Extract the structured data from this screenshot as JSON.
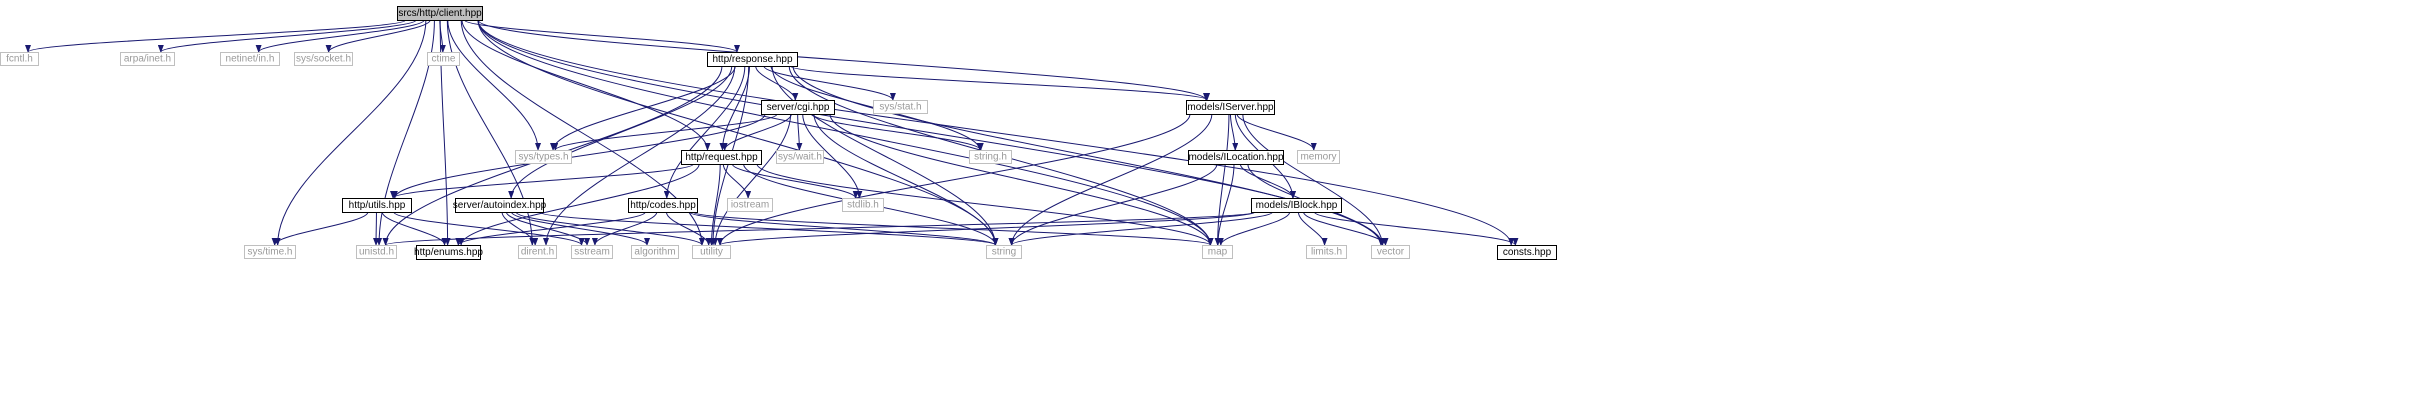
{
  "graph": {
    "nodes": [
      {
        "id": "client",
        "label": "srcs/http/client.hpp",
        "kind": "focus"
      },
      {
        "id": "fcntl",
        "label": "fcntl.h",
        "kind": "system"
      },
      {
        "id": "arpa",
        "label": "arpa/inet.h",
        "kind": "system"
      },
      {
        "id": "netinet",
        "label": "netinet/in.h",
        "kind": "system"
      },
      {
        "id": "syssocket",
        "label": "sys/socket.h",
        "kind": "system"
      },
      {
        "id": "ctime",
        "label": "ctime",
        "kind": "system"
      },
      {
        "id": "response",
        "label": "http/response.hpp",
        "kind": "project"
      },
      {
        "id": "cgi",
        "label": "server/cgi.hpp",
        "kind": "project"
      },
      {
        "id": "sysstat",
        "label": "sys/stat.h",
        "kind": "system"
      },
      {
        "id": "iserver",
        "label": "models/IServer.hpp",
        "kind": "project"
      },
      {
        "id": "systypes",
        "label": "sys/types.h",
        "kind": "system"
      },
      {
        "id": "request",
        "label": "http/request.hpp",
        "kind": "project"
      },
      {
        "id": "syswait",
        "label": "sys/wait.h",
        "kind": "system"
      },
      {
        "id": "stringh",
        "label": "string.h",
        "kind": "system"
      },
      {
        "id": "ilocation",
        "label": "models/ILocation.hpp",
        "kind": "project"
      },
      {
        "id": "memory",
        "label": "memory",
        "kind": "system"
      },
      {
        "id": "utils",
        "label": "http/utils.hpp",
        "kind": "project"
      },
      {
        "id": "autoindex",
        "label": "server/autoindex.hpp",
        "kind": "project"
      },
      {
        "id": "iostream",
        "label": "iostream",
        "kind": "system"
      },
      {
        "id": "codes",
        "label": "http/codes.hpp",
        "kind": "project"
      },
      {
        "id": "stdlib",
        "label": "stdlib.h",
        "kind": "system"
      },
      {
        "id": "iblock",
        "label": "models/IBlock.hpp",
        "kind": "project"
      },
      {
        "id": "systime",
        "label": "sys/time.h",
        "kind": "system"
      },
      {
        "id": "unistd",
        "label": "unistd.h",
        "kind": "system"
      },
      {
        "id": "enums",
        "label": "http/enums.hpp",
        "kind": "project"
      },
      {
        "id": "dirent",
        "label": "dirent.h",
        "kind": "system"
      },
      {
        "id": "sstream",
        "label": "sstream",
        "kind": "system"
      },
      {
        "id": "algorithm",
        "label": "algorithm",
        "kind": "system"
      },
      {
        "id": "utility",
        "label": "utility",
        "kind": "system"
      },
      {
        "id": "string",
        "label": "string",
        "kind": "system"
      },
      {
        "id": "map",
        "label": "map",
        "kind": "system"
      },
      {
        "id": "limits",
        "label": "limits.h",
        "kind": "system"
      },
      {
        "id": "vector",
        "label": "vector",
        "kind": "system"
      },
      {
        "id": "consts",
        "label": "consts.hpp",
        "kind": "project"
      }
    ],
    "edges": [
      [
        "client",
        "fcntl"
      ],
      [
        "client",
        "arpa"
      ],
      [
        "client",
        "netinet"
      ],
      [
        "client",
        "syssocket"
      ],
      [
        "client",
        "ctime"
      ],
      [
        "client",
        "response"
      ],
      [
        "client",
        "systime"
      ],
      [
        "client",
        "unistd"
      ],
      [
        "client",
        "enums"
      ],
      [
        "client",
        "dirent"
      ],
      [
        "client",
        "utility"
      ],
      [
        "client",
        "systypes"
      ],
      [
        "client",
        "request"
      ],
      [
        "client",
        "string"
      ],
      [
        "client",
        "iserver"
      ],
      [
        "client",
        "map"
      ],
      [
        "client",
        "vector"
      ],
      [
        "client",
        "consts"
      ],
      [
        "response",
        "cgi"
      ],
      [
        "response",
        "sysstat"
      ],
      [
        "response",
        "iserver"
      ],
      [
        "response",
        "systypes"
      ],
      [
        "response",
        "request"
      ],
      [
        "response",
        "stringh"
      ],
      [
        "response",
        "codes"
      ],
      [
        "response",
        "autoindex"
      ],
      [
        "response",
        "unistd"
      ],
      [
        "response",
        "dirent"
      ],
      [
        "response",
        "utility"
      ],
      [
        "response",
        "string"
      ],
      [
        "response",
        "map"
      ],
      [
        "response",
        "vector"
      ],
      [
        "cgi",
        "systypes"
      ],
      [
        "cgi",
        "request"
      ],
      [
        "cgi",
        "syswait"
      ],
      [
        "cgi",
        "stringh"
      ],
      [
        "cgi",
        "stdlib"
      ],
      [
        "cgi",
        "utils"
      ],
      [
        "cgi",
        "utility"
      ],
      [
        "cgi",
        "string"
      ],
      [
        "cgi",
        "map"
      ],
      [
        "request",
        "utils"
      ],
      [
        "request",
        "iostream"
      ],
      [
        "request",
        "stdlib"
      ],
      [
        "request",
        "enums"
      ],
      [
        "request",
        "utility"
      ],
      [
        "request",
        "string"
      ],
      [
        "request",
        "map"
      ],
      [
        "iserver",
        "ilocation"
      ],
      [
        "iserver",
        "memory"
      ],
      [
        "iserver",
        "iblock"
      ],
      [
        "iserver",
        "utility"
      ],
      [
        "iserver",
        "string"
      ],
      [
        "iserver",
        "map"
      ],
      [
        "iserver",
        "vector"
      ],
      [
        "ilocation",
        "iblock"
      ],
      [
        "ilocation",
        "string"
      ],
      [
        "ilocation",
        "map"
      ],
      [
        "ilocation",
        "vector"
      ],
      [
        "iblock",
        "consts"
      ],
      [
        "iblock",
        "limits"
      ],
      [
        "iblock",
        "unistd"
      ],
      [
        "iblock",
        "utility"
      ],
      [
        "iblock",
        "string"
      ],
      [
        "iblock",
        "map"
      ],
      [
        "iblock",
        "vector"
      ],
      [
        "utils",
        "systime"
      ],
      [
        "utils",
        "unistd"
      ],
      [
        "utils",
        "enums"
      ],
      [
        "utils",
        "sstream"
      ],
      [
        "autoindex",
        "dirent"
      ],
      [
        "autoindex",
        "sstream"
      ],
      [
        "autoindex",
        "algorithm"
      ],
      [
        "autoindex",
        "utility"
      ],
      [
        "autoindex",
        "string"
      ],
      [
        "codes",
        "enums"
      ],
      [
        "codes",
        "sstream"
      ],
      [
        "codes",
        "utility"
      ],
      [
        "codes",
        "string"
      ],
      [
        "codes",
        "map"
      ]
    ]
  }
}
